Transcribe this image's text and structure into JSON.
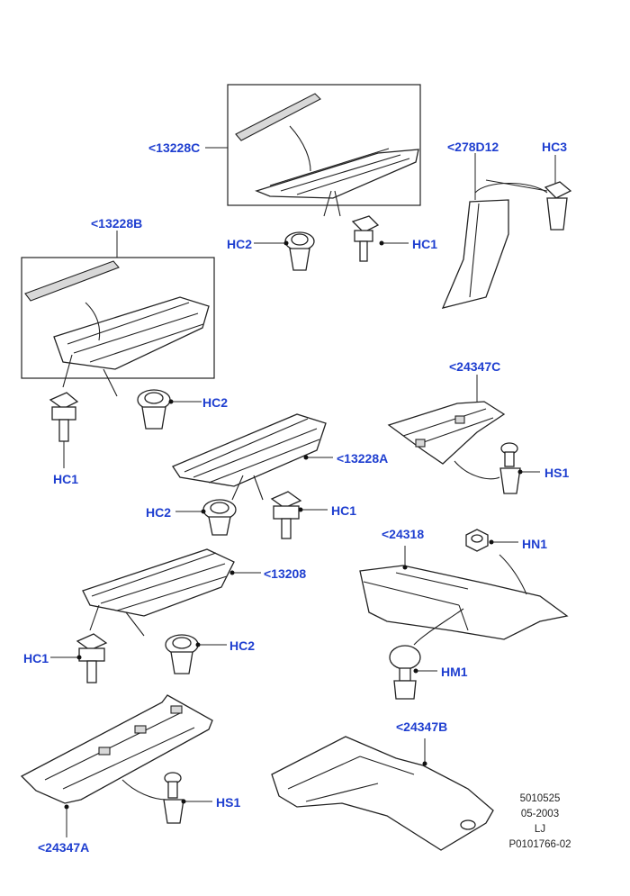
{
  "callouts": {
    "c13228C": "<13228C",
    "c278D12": "<278D12",
    "hc3_top": "HC3",
    "hc2_top": "HC2",
    "hc1_top": "HC1",
    "c13228B": "<13228B",
    "c24347C": "<24347C",
    "hc2_left": "HC2",
    "hc1_left": "HC1",
    "c13228A": "<13228A",
    "hs1_right": "HS1",
    "hc2_mid": "HC2",
    "hc1_mid": "HC1",
    "c24318": "<24318",
    "hn1": "HN1",
    "c13208": "<13208",
    "hc1_low": "HC1",
    "hc2_low": "HC2",
    "hm1": "HM1",
    "c24347B": "<24347B",
    "hs1_bottom": "HS1",
    "c24347A": "<24347A"
  },
  "meta": {
    "line1": "5010525",
    "line2": "05-2003",
    "line3": "LJ",
    "line4": "P0101766-02"
  },
  "colors": {
    "callout": "#1f3fd0",
    "ink": "#222222",
    "background": "#ffffff"
  }
}
